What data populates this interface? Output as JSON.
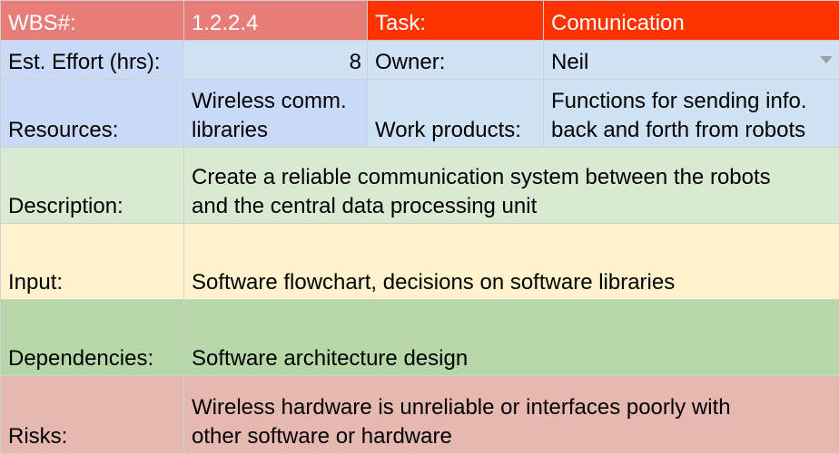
{
  "header": {
    "wbs_label": "WBS#:",
    "wbs_value": "1.2.2.4",
    "task_label": "Task:",
    "task_value": "Comunication"
  },
  "effort": {
    "label": "Est. Effort (hrs):",
    "value": "8",
    "owner_label": "Owner:",
    "owner_value": "Neil",
    "owner_dropdown_icon": "chevron-down-icon"
  },
  "resources": {
    "label": "Resources:",
    "value_line1": "Wireless comm.",
    "value_line2": "libraries",
    "work_products_label": "Work products:",
    "work_products_line1": "Functions for sending info.",
    "work_products_line2": "back and forth from robots"
  },
  "description": {
    "label": "Description:",
    "line1": "Create a reliable communication system between the robots",
    "line2": "and the central data processing unit"
  },
  "input": {
    "label": "Input:",
    "value": "Software flowchart, decisions on software libraries"
  },
  "dependencies": {
    "label": "Dependencies:",
    "value": "Software architecture design"
  },
  "risks": {
    "label": "Risks:",
    "line1": "Wireless hardware is unreliable or interfaces poorly with",
    "line2": "other software or hardware"
  },
  "colors": {
    "header_label_bg": "#e77d78",
    "task_bg": "#ff3300",
    "blue_light": "#c9daf8",
    "blue_lighter": "#cfe2f3",
    "green_light": "#d9ead3",
    "yellow_light": "#fff2cc",
    "green_medium": "#b6d7a8",
    "red_light": "#e6b8af"
  }
}
